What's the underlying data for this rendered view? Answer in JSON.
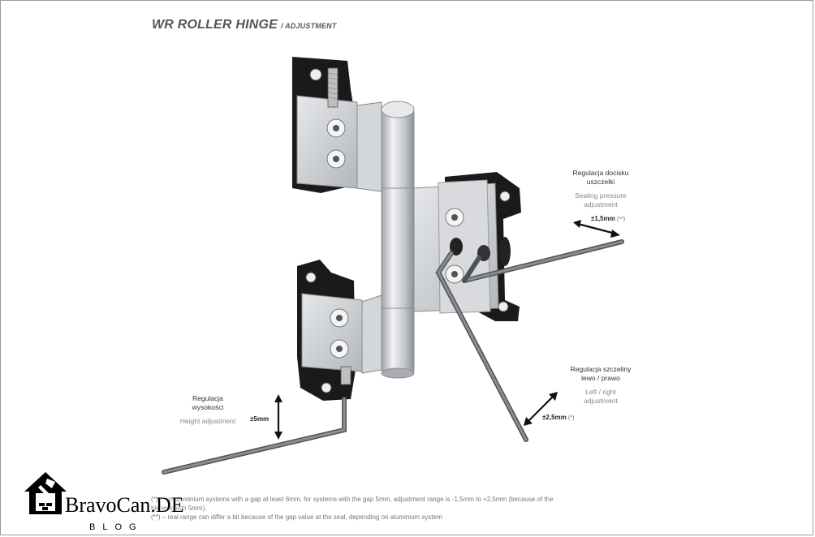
{
  "title": {
    "main": "WR ROLLER HINGE",
    "sub": "/ ADJUSTMENT"
  },
  "labels": {
    "sealing": {
      "pl_line1": "Regulacja docisku",
      "pl_line2": "uszczelki",
      "en_line1": "Sealing pressure",
      "en_line2": "adjustment",
      "dim": "±1,5mm",
      "dim_note": "(**)"
    },
    "lateral": {
      "pl_line1": "Regulacja szczeliny",
      "pl_line2": "lewo / prawo",
      "en_line1": "Left / right",
      "en_line2": "adjustment",
      "dim": "±2,5mm",
      "dim_note": "(*)"
    },
    "height": {
      "pl_line1": "Regulacja",
      "pl_line2": "wysokości",
      "en_line1": "Height adjustment",
      "dim": "±5mm"
    }
  },
  "footnotes": {
    "line1": "(*) – for aluminium systems with a gap at least 6mm, for systems with the gap 5mm, adjustment range is  -1,5mm to +2,5mm (because of the",
    "line2": "hinge length 5mm).",
    "line3": "(**) – real range can differ a bit because of the gap value at the seal, depending on aluminium system"
  },
  "watermark": {
    "brand": "BravoCan.DE",
    "tagline": "BLOG"
  },
  "colors": {
    "metal": "#c9ccd0",
    "plastic": "#1a1a1a",
    "key": "#6e7175"
  }
}
